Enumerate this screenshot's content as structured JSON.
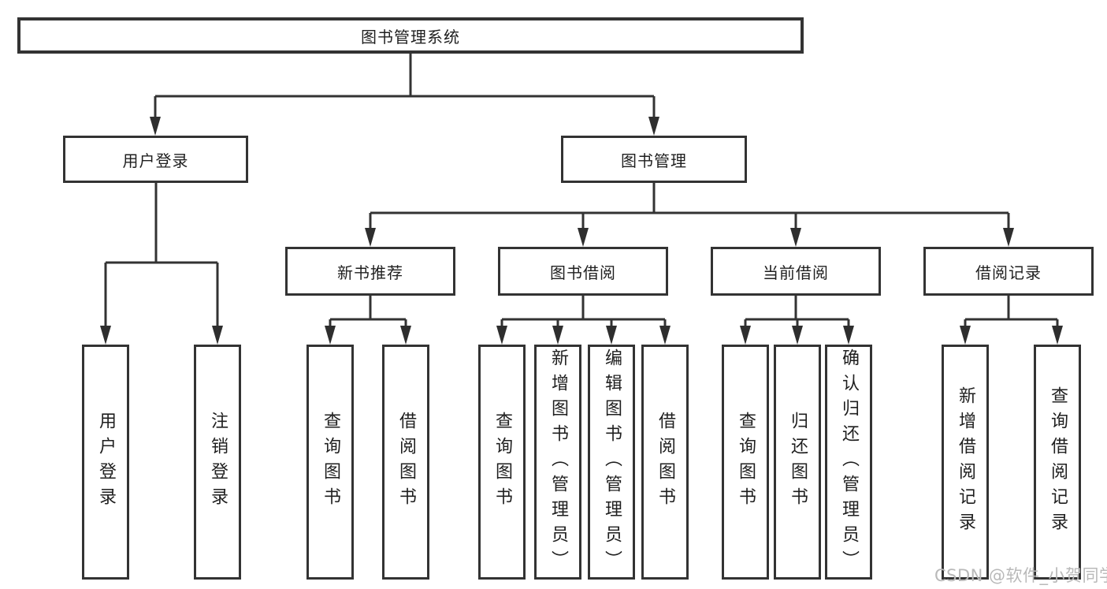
{
  "diagram_title": "图书管理系统",
  "tree": {
    "root": {
      "label": "图书管理系统"
    },
    "branches": [
      {
        "label": "用户登录",
        "children": [
          "用户登录",
          "注销登录"
        ]
      },
      {
        "label": "图书管理",
        "groups": [
          {
            "label": "新书推荐",
            "children": [
              "查询图书",
              "借阅图书"
            ]
          },
          {
            "label": "图书借阅",
            "children": [
              "查询图书",
              "新增图书（管理员）",
              "编辑图书（管理员）",
              "借阅图书"
            ]
          },
          {
            "label": "当前借阅",
            "children": [
              "查询图书",
              "归还图书",
              "确认归还（管理员）"
            ]
          },
          {
            "label": "借阅记录",
            "children": [
              "新增借阅记录",
              "查询借阅记录"
            ]
          }
        ]
      }
    ]
  },
  "watermark": "CSDN @软件_小贺同学",
  "colors": {
    "line": "#333333",
    "box_border": "#333333",
    "text": "#1f1f1f",
    "watermark": "#b9b9b9",
    "background": "#ffffff"
  }
}
